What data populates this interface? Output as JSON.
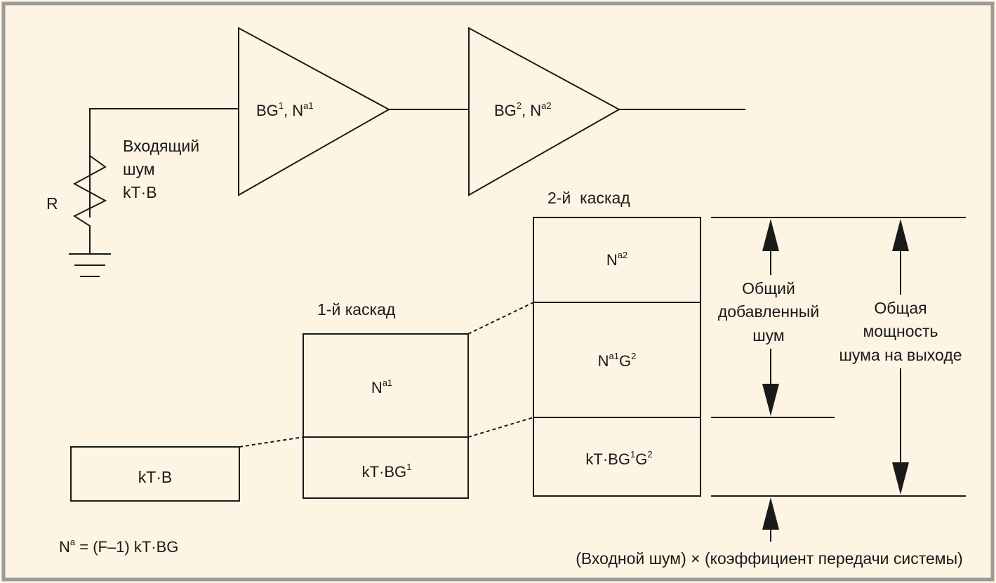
{
  "colors": {
    "background": "#fdf4e3",
    "frame": "#9a9a9a",
    "ink": "#1a1a1a"
  },
  "circuit": {
    "resistor_label": "R",
    "input_noise_line1": "Входящий",
    "input_noise_line2": "шум",
    "input_noise_line3": "kT·B",
    "amp1": {
      "main": "BG",
      "sup1": "1",
      "sep": ", N",
      "sup2": "a1"
    },
    "amp2": {
      "main": "BG",
      "sup1": "2",
      "sep": ", N",
      "sup2": "a2"
    }
  },
  "stages": {
    "input_box": {
      "text": "kT·B"
    },
    "stage1": {
      "title": "1-й каскад",
      "noise": {
        "main": "N",
        "sup": "a1"
      },
      "signal": {
        "main": "kT·BG",
        "sup": "1"
      }
    },
    "stage2": {
      "title": "2-й  каскад",
      "noise": {
        "main": "N",
        "sup": "a2"
      },
      "mid": {
        "main": "N",
        "sup1": "a1",
        "mid": "G",
        "sup2": "2"
      },
      "signal": {
        "main": "kT·BG",
        "sup1": "1",
        "mid": "G",
        "sup2": "2"
      }
    }
  },
  "annotations": {
    "added_noise_line1": "Общий",
    "added_noise_line2": "добавленный",
    "added_noise_line3": "шум",
    "total_noise_line1": "Общая",
    "total_noise_line2": "мощность",
    "total_noise_line3": "шума на выходе",
    "bottom_caption": "(Входной шум) × (коэффициент передачи системы)"
  },
  "formula": {
    "n": "N",
    "sup": "a",
    "rest": " = (F–1) kT·BG"
  }
}
